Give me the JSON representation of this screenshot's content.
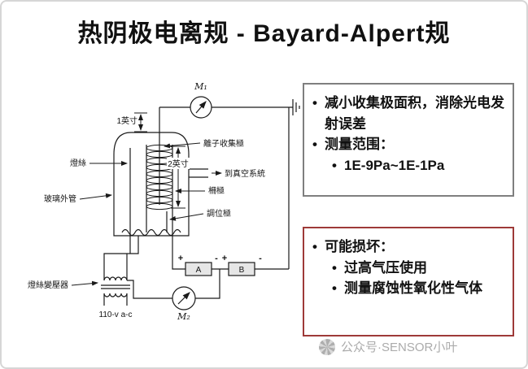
{
  "slide": {
    "title": "热阴极电离规 - Bayard-Alpert规"
  },
  "info_box": {
    "items": [
      "减小收集极面积，消除光电发射误差",
      "测量范围："
    ],
    "sub_item": "1E-9Pa~1E-1Pa"
  },
  "warning_box": {
    "title": "可能损坏：",
    "items": [
      "过高气压使用",
      "测量腐蚀性氧化性气体"
    ]
  },
  "diagram": {
    "labels": {
      "m1": "M₁",
      "m2": "M₂",
      "one_inch": "1英寸",
      "two_inch": "2英寸",
      "ion_collector": "離子收集極",
      "filament": "燈絲",
      "to_vacuum": "到真空系統",
      "grid": "柵極",
      "glass_tube": "玻璃外管",
      "modulator": "調位極",
      "battery_a": "A",
      "battery_b": "B",
      "transformer": "燈絲變壓器",
      "voltage": "110-v a-c",
      "plus": "+",
      "minus": "-"
    }
  },
  "watermark": {
    "text": "公众号·SENSOR小叶"
  },
  "colors": {
    "info_border": "#7f7f7f",
    "warning_border": "#9e3a38",
    "diagram_stroke": "#1a1a1a",
    "watermark_text": "#ababab"
  }
}
